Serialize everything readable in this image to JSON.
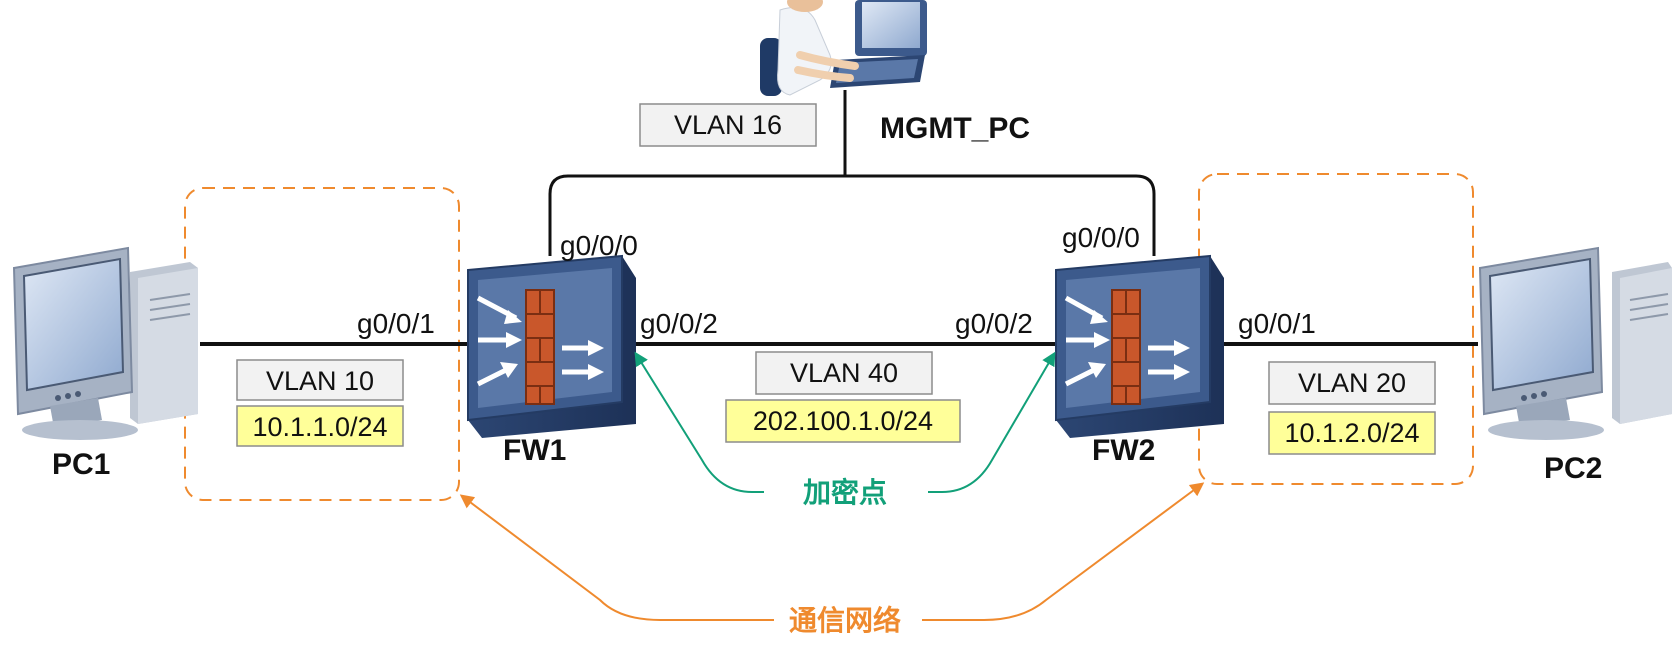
{
  "nodes": {
    "pc1": "PC1",
    "pc2": "PC2",
    "fw1": "FW1",
    "fw2": "FW2",
    "mgmt": "MGMT_PC"
  },
  "ports": {
    "fw1_g0": "g0/0/0",
    "fw1_g1": "g0/0/1",
    "fw1_g2": "g0/0/2",
    "fw2_g0": "g0/0/0",
    "fw2_g2": "g0/0/2",
    "fw2_g1": "g0/0/1"
  },
  "vlans": {
    "v16": "VLAN 16",
    "v10": "VLAN 10",
    "v40": "VLAN 40",
    "v20": "VLAN 20"
  },
  "subnets": {
    "s10": "10.1.1.0/24",
    "s40": "202.100.1.0/24",
    "s20": "10.1.2.0/24"
  },
  "annotations": {
    "encryption_points": "加密点",
    "communication_networks": "通信网络"
  },
  "colors": {
    "line": "#111111",
    "dashed_area": "#ef8a2e",
    "green_arrow": "#12a079",
    "orange_arrow": "#ef8a2e",
    "subnet_fill": "#ffff99",
    "vlan_fill": "#f2f2f2",
    "firewall_body": "#3c5a8c",
    "brick": "#c9572b"
  }
}
